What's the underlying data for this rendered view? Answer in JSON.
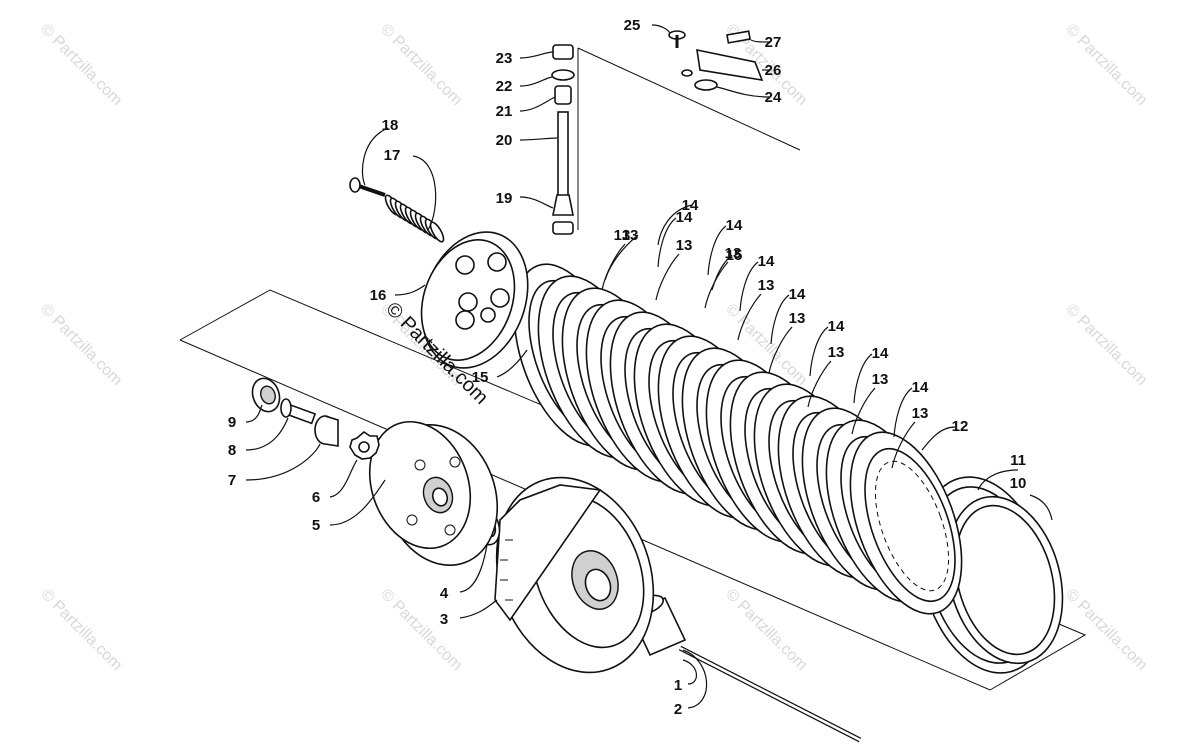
{
  "watermark_text": "© Partzilla.com",
  "copyright_text": "© Partzilla.com",
  "callouts": [
    "1",
    "2",
    "3",
    "4",
    "5",
    "6",
    "7",
    "8",
    "9",
    "10",
    "11",
    "12",
    "13",
    "14",
    "15",
    "16",
    "17",
    "18",
    "19",
    "20",
    "21",
    "22",
    "23",
    "24",
    "25",
    "26",
    "27"
  ],
  "plate_labels_13": [
    "13",
    "13",
    "13",
    "13",
    "13",
    "13",
    "13",
    "13"
  ],
  "plate_labels_14": [
    "14",
    "14",
    "14",
    "14",
    "14",
    "14",
    "14"
  ]
}
